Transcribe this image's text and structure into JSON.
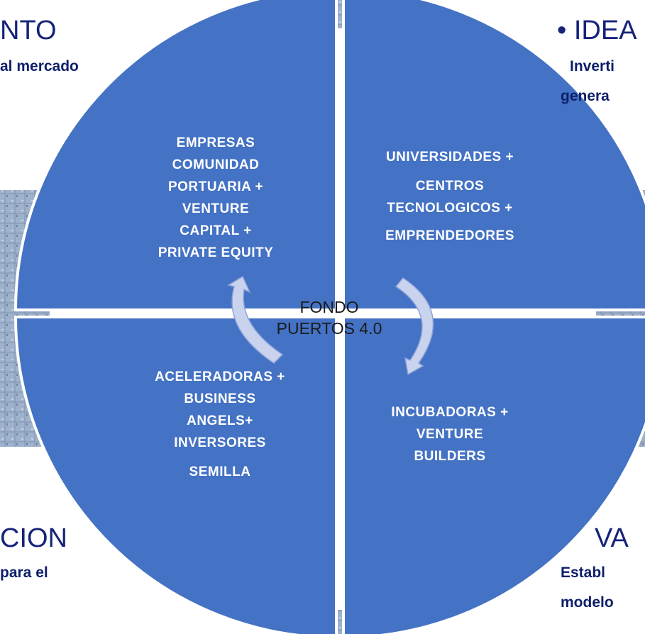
{
  "corners": {
    "top_left": {
      "title": "NTO",
      "subtitle": "al mercado"
    },
    "top_right": {
      "title": "• IDEA",
      "subtitle_1": "Inverti",
      "subtitle_2": "genera"
    },
    "bottom_left": {
      "title": "CION",
      "subtitle": "para el"
    },
    "bottom_right": {
      "title": "VA",
      "subtitle_1": "Establ",
      "subtitle_2": "modelo"
    }
  },
  "quadrants": {
    "top_left": [
      "EMPRESAS",
      "COMUNIDAD",
      "PORTUARIA +",
      "VENTURE",
      "CAPITAL +",
      "PRIVATE EQUITY"
    ],
    "top_right": [
      "UNIVERSIDADES +",
      "CENTROS",
      "TECNOLOGICOS +",
      "EMPRENDEDORES"
    ],
    "bottom_left": [
      "ACELERADORAS +",
      "BUSINESS",
      "ANGELS+",
      "INVERSORES",
      "SEMILLA"
    ],
    "bottom_right": [
      "INCUBADORAS +",
      "VENTURE",
      "BUILDERS"
    ]
  },
  "center": {
    "line1": "FONDO",
    "line2": "PUERTOS 4.0"
  },
  "colors": {
    "quadrant_fill": "#4472c4",
    "corner_text": "#0d1f6b",
    "arrow_fill": "#c9d3ee",
    "background_texture": "#8fa3bf"
  }
}
